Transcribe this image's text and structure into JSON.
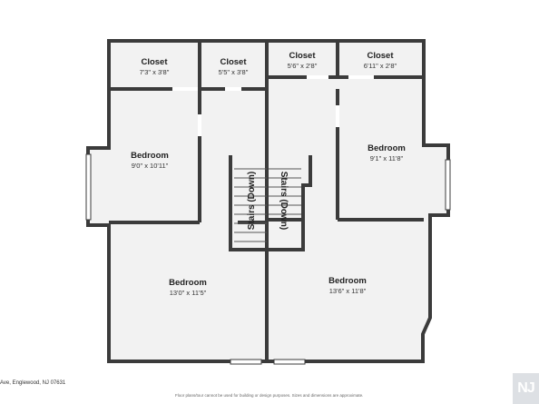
{
  "rooms": {
    "closet_1": {
      "name": "Closet",
      "dims": "7'3\" x 3'8\""
    },
    "closet_2": {
      "name": "Closet",
      "dims": "5'5\" x 3'8\""
    },
    "closet_3": {
      "name": "Closet",
      "dims": "5'6\" x 2'8\""
    },
    "closet_4": {
      "name": "Closet",
      "dims": "6'11\" x 2'8\""
    },
    "bedroom_upper_left": {
      "name": "Bedroom",
      "dims": "9'0\" x 10'11\""
    },
    "bedroom_upper_right": {
      "name": "Bedroom",
      "dims": "9'1\" x 11'8\""
    },
    "bedroom_lower_left": {
      "name": "Bedroom",
      "dims": "13'0\" x 11'5\""
    },
    "bedroom_lower_right": {
      "name": "Bedroom",
      "dims": "13'6\" x 11'8\""
    }
  },
  "stairs": {
    "left_label": "Stairs (Down)",
    "right_label": "Stairs (Down)"
  },
  "footer": {
    "address": "Ave, Englewood, NJ 07631",
    "disclaimer": "Floor plans/tour cannot be used for building or design purposes. Sizes and dimensions are approximate.",
    "logo_text": "NJ"
  },
  "colors": {
    "wall": "#3b3b3b",
    "floor": "#f2f2f2",
    "background": "#ffffff"
  }
}
